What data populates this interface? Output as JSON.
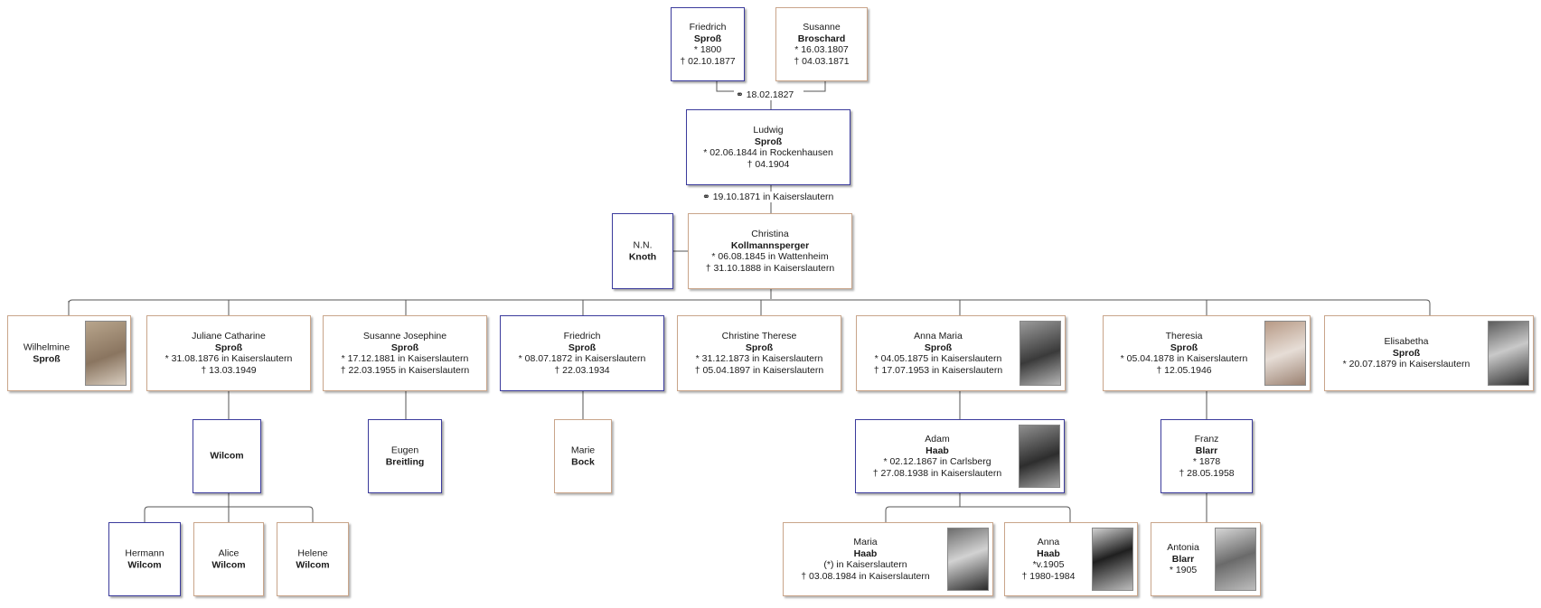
{
  "symbols": {
    "born": "*",
    "died": "†",
    "married": "⚭",
    "birth_unknown": "(*)"
  },
  "colors": {
    "male_border": "#3b3b9c",
    "female_border": "#c9a58a",
    "line": "#555555"
  },
  "marriages": {
    "grandparents": "⚭  18.02.1827",
    "parents": "⚭  19.10.1871 in Kaiserslautern"
  },
  "people": [
    {
      "key": "friedrich_sr",
      "sex": "m",
      "given": "Friedrich",
      "surname": "Sproß",
      "lines": [
        "*  1800",
        "†  02.10.1877"
      ],
      "photo": false
    },
    {
      "key": "susanne_b",
      "sex": "f",
      "given": "Susanne",
      "surname": "Broschard",
      "lines": [
        "*  16.03.1807",
        "†  04.03.1871"
      ],
      "photo": false
    },
    {
      "key": "ludwig",
      "sex": "m",
      "given": "Ludwig",
      "surname": "Sproß",
      "lines": [
        "*  02.06.1844 in Rockenhausen",
        "†  04.1904"
      ],
      "photo": false
    },
    {
      "key": "nn_knoth",
      "sex": "m",
      "given": "N.N.",
      "surname": "Knoth",
      "lines": [],
      "photo": false
    },
    {
      "key": "christina",
      "sex": "f",
      "given": "Christina",
      "surname": "Kollmannsperger",
      "lines": [
        "*  06.08.1845 in Wattenheim",
        "†  31.10.1888 in Kaiserslautern"
      ],
      "photo": false
    },
    {
      "key": "wilhelmine",
      "sex": "f",
      "given": "Wilhelmine",
      "surname": "Sproß",
      "lines": [],
      "photo": true
    },
    {
      "key": "juliane",
      "sex": "f",
      "given": "Juliane Catharine",
      "surname": "Sproß",
      "lines": [
        "*  31.08.1876 in Kaiserslautern",
        "†  13.03.1949"
      ],
      "photo": false
    },
    {
      "key": "susanne_j",
      "sex": "f",
      "given": "Susanne Josephine",
      "surname": "Sproß",
      "lines": [
        "*  17.12.1881 in Kaiserslautern",
        "†  22.03.1955 in Kaiserslautern"
      ],
      "photo": false
    },
    {
      "key": "friedrich_jr",
      "sex": "m",
      "given": "Friedrich",
      "surname": "Sproß",
      "lines": [
        "*  08.07.1872 in Kaiserslautern",
        "†  22.03.1934"
      ],
      "photo": false
    },
    {
      "key": "christine",
      "sex": "f",
      "given": "Christine Therese",
      "surname": "Sproß",
      "lines": [
        "*  31.12.1873 in Kaiserslautern",
        "†  05.04.1897 in Kaiserslautern"
      ],
      "photo": false
    },
    {
      "key": "anna_maria",
      "sex": "f",
      "given": "Anna Maria",
      "surname": "Sproß",
      "lines": [
        "*  04.05.1875 in Kaiserslautern",
        "†  17.07.1953 in Kaiserslautern"
      ],
      "photo": true
    },
    {
      "key": "theresia",
      "sex": "f",
      "given": "Theresia",
      "surname": "Sproß",
      "lines": [
        "*  05.04.1878 in Kaiserslautern",
        "†  12.05.1946"
      ],
      "photo": true
    },
    {
      "key": "elisabetha",
      "sex": "f",
      "given": "Elisabetha",
      "surname": "Sproß",
      "lines": [
        "*  20.07.1879 in Kaiserslautern"
      ],
      "photo": true
    },
    {
      "key": "wilcom",
      "sex": "m",
      "given": "",
      "surname": "Wilcom",
      "lines": [],
      "photo": false
    },
    {
      "key": "eugen",
      "sex": "m",
      "given": "Eugen",
      "surname": "Breitling",
      "lines": [],
      "photo": false
    },
    {
      "key": "marie_bock",
      "sex": "f",
      "given": "Marie",
      "surname": "Bock",
      "lines": [],
      "photo": false
    },
    {
      "key": "adam",
      "sex": "m",
      "given": "Adam",
      "surname": "Haab",
      "lines": [
        "*  02.12.1867 in Carlsberg",
        "†  27.08.1938 in Kaiserslautern"
      ],
      "photo": true
    },
    {
      "key": "franz",
      "sex": "m",
      "given": "Franz",
      "surname": "Blarr",
      "lines": [
        "*  1878",
        "†  28.05.1958"
      ],
      "photo": false
    },
    {
      "key": "hermann",
      "sex": "m",
      "given": "Hermann",
      "surname": "Wilcom",
      "lines": [],
      "photo": false
    },
    {
      "key": "alice",
      "sex": "f",
      "given": "Alice",
      "surname": "Wilcom",
      "lines": [],
      "photo": false
    },
    {
      "key": "helene",
      "sex": "f",
      "given": "Helene",
      "surname": "Wilcom",
      "lines": [],
      "photo": false
    },
    {
      "key": "maria_haab",
      "sex": "f",
      "given": "Maria",
      "surname": "Haab",
      "lines": [
        "(*)  in Kaiserslautern",
        "†  03.08.1984 in Kaiserslautern"
      ],
      "photo": true
    },
    {
      "key": "anna_haab",
      "sex": "f",
      "given": "Anna",
      "surname": "Haab",
      "lines": [
        "*v.1905",
        "†  1980-1984"
      ],
      "photo": true
    },
    {
      "key": "antonia",
      "sex": "f",
      "given": "Antonia",
      "surname": "Blarr",
      "lines": [
        "*  1905"
      ],
      "photo": true
    }
  ]
}
